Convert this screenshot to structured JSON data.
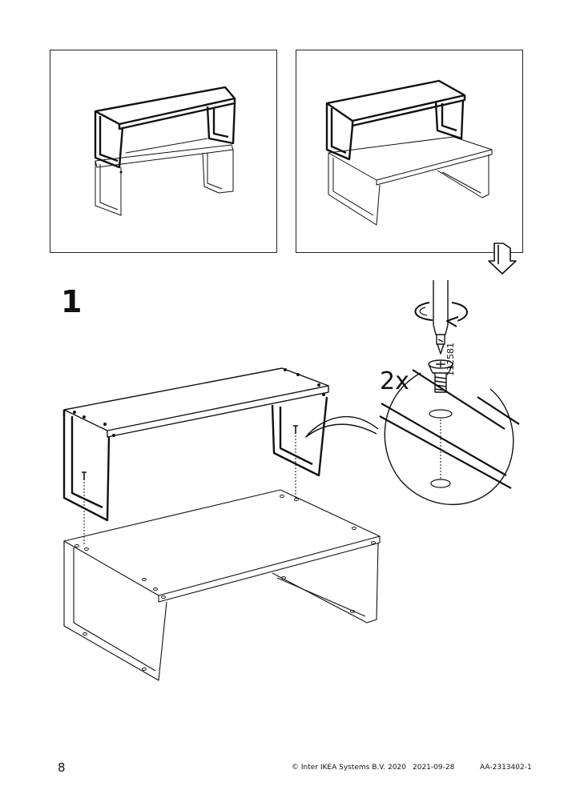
{
  "step": {
    "number": "1"
  },
  "hardware": {
    "quantity": "2x",
    "part_number": "112581"
  },
  "footer": {
    "page_number": "8",
    "copyright": "© Inter IKEA Systems B.V. 2020",
    "date": "2021-09-28",
    "doc_code": "AA-2313402-1"
  },
  "icons": [
    "flip-arrow-icon",
    "rotate-arrow-icon",
    "screwdriver-icon",
    "screw-icon"
  ],
  "colors": {
    "line": "#111111",
    "background": "#ffffff"
  }
}
